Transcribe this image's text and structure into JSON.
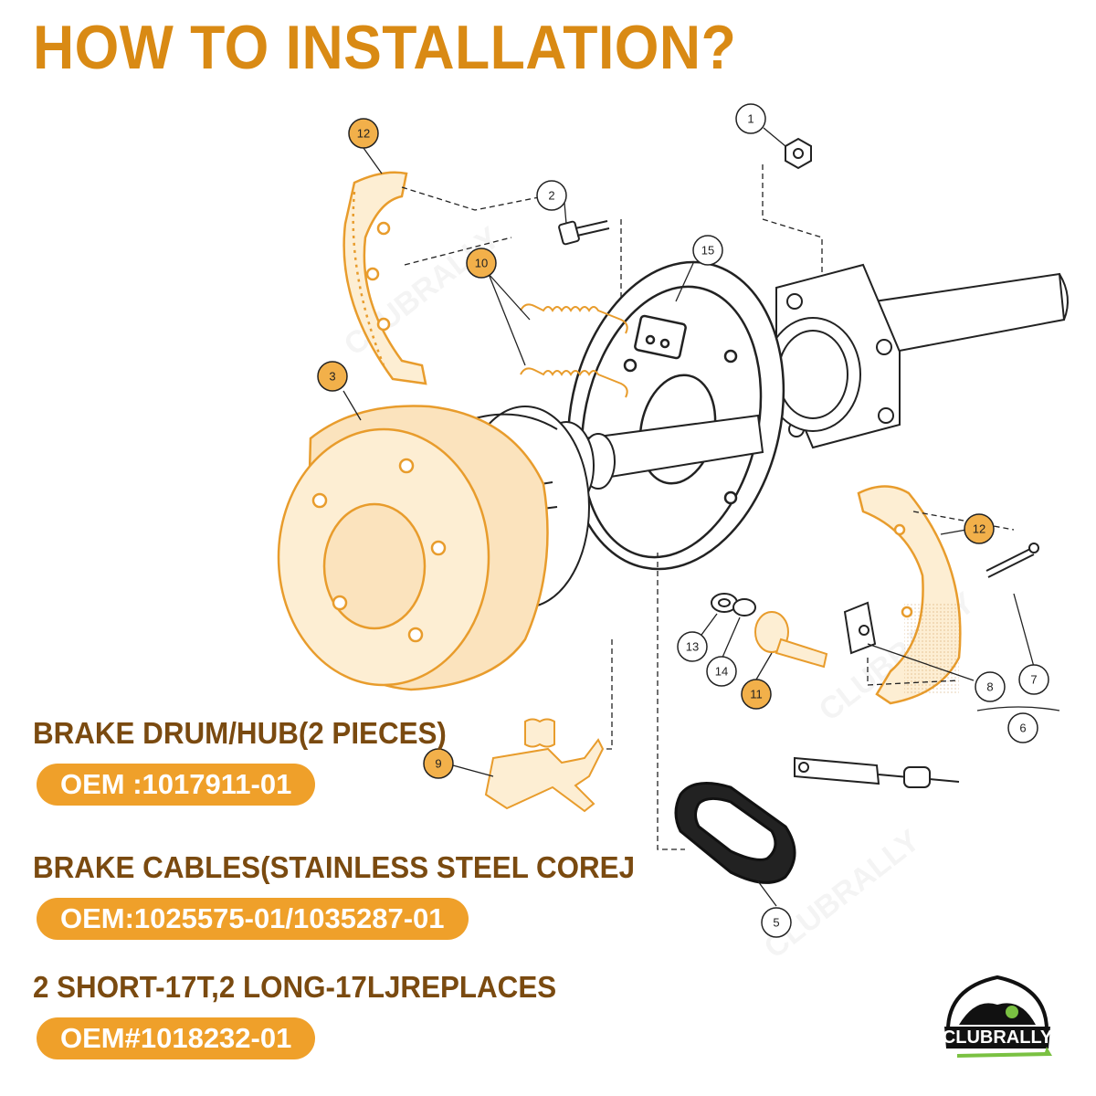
{
  "title": "HOW TO INSTALLATION?",
  "specs": [
    {
      "heading": "BRAKE DRUM/HUB(2 PIECES)",
      "oem": "OEM :1017911-01"
    },
    {
      "heading": "BRAKE CABLES(STAINLESS STEEL COREJ",
      "oem": "OEM:1025575-01/1035287-01"
    },
    {
      "heading": "2 SHORT-17T,2 LONG-17LJREPLACES",
      "oem": "OEM#1018232-01"
    }
  ],
  "callouts": [
    "1",
    "2",
    "3",
    "5",
    "6",
    "7",
    "8",
    "9",
    "10",
    "11",
    "12",
    "12",
    "13",
    "14",
    "15"
  ],
  "highlighted_callouts": [
    "3",
    "9",
    "10",
    "11",
    "12"
  ],
  "watermark": "CLUBRALLY",
  "logo_text": "CLUBRALLY",
  "colors": {
    "title": "#d98a14",
    "spec_heading": "#7a4a10",
    "pill": "#efa02a",
    "highlight_part": "#f2a93b",
    "callout_fill": "#f2b04a"
  }
}
